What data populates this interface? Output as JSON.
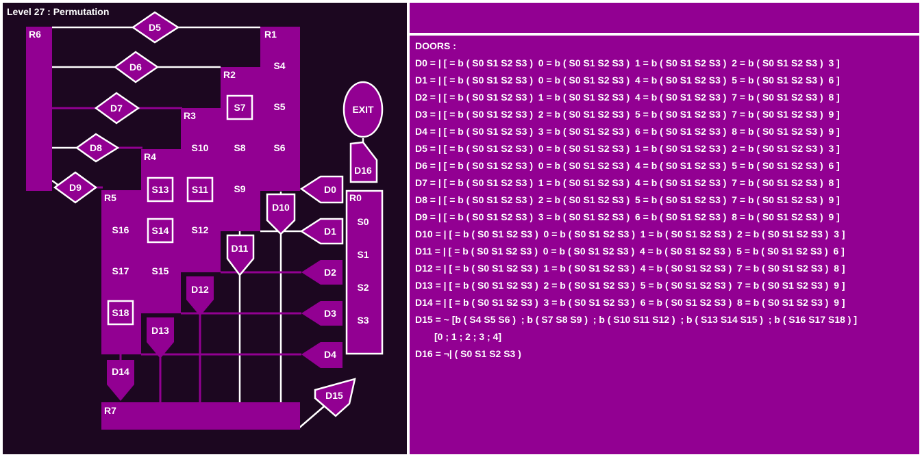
{
  "level_title": "Level 27 : Permutation",
  "colors": {
    "room": "#920092",
    "background": "#1c0720",
    "line": "#ffffff"
  },
  "rooms": {
    "R0": "R0",
    "R1": "R1",
    "R2": "R2",
    "R3": "R3",
    "R4": "R4",
    "R5": "R5",
    "R6": "R6",
    "R7": "R7"
  },
  "switches": {
    "S0": "S0",
    "S1": "S1",
    "S2": "S2",
    "S3": "S3",
    "S4": "S4",
    "S5": "S5",
    "S6": "S6",
    "S7": "S7",
    "S8": "S8",
    "S9": "S9",
    "S10": "S10",
    "S11": "S11",
    "S12": "S12",
    "S13": "S13",
    "S14": "S14",
    "S15": "S15",
    "S16": "S16",
    "S17": "S17",
    "S18": "S18"
  },
  "doors": {
    "D0": "D0",
    "D1": "D1",
    "D2": "D2",
    "D3": "D3",
    "D4": "D4",
    "D5": "D5",
    "D6": "D6",
    "D7": "D7",
    "D8": "D8",
    "D9": "D9",
    "D10": "D10",
    "D11": "D11",
    "D12": "D12",
    "D13": "D13",
    "D14": "D14",
    "D15": "D15",
    "D16": "D16"
  },
  "exit_label": "EXIT",
  "doors_heading": "DOORS :",
  "rules": [
    "D0 = | [ = b ( S0 S1 S2 S3 )  0 = b ( S0 S1 S2 S3 )  1 = b ( S0 S1 S2 S3 )  2 = b ( S0 S1 S2 S3 )  3 ]",
    "D1 = | [ = b ( S0 S1 S2 S3 )  0 = b ( S0 S1 S2 S3 )  4 = b ( S0 S1 S2 S3 )  5 = b ( S0 S1 S2 S3 )  6 ]",
    "D2 = | [ = b ( S0 S1 S2 S3 )  1 = b ( S0 S1 S2 S3 )  4 = b ( S0 S1 S2 S3 )  7 = b ( S0 S1 S2 S3 )  8 ]",
    "D3 = | [ = b ( S0 S1 S2 S3 )  2 = b ( S0 S1 S2 S3 )  5 = b ( S0 S1 S2 S3 )  7 = b ( S0 S1 S2 S3 )  9 ]",
    "D4 = | [ = b ( S0 S1 S2 S3 )  3 = b ( S0 S1 S2 S3 )  6 = b ( S0 S1 S2 S3 )  8 = b ( S0 S1 S2 S3 )  9 ]",
    "D5 = | [ = b ( S0 S1 S2 S3 )  0 = b ( S0 S1 S2 S3 )  1 = b ( S0 S1 S2 S3 )  2 = b ( S0 S1 S2 S3 )  3 ]",
    "D6 = | [ = b ( S0 S1 S2 S3 )  0 = b ( S0 S1 S2 S3 )  4 = b ( S0 S1 S2 S3 )  5 = b ( S0 S1 S2 S3 )  6 ]",
    "D7 = | [ = b ( S0 S1 S2 S3 )  1 = b ( S0 S1 S2 S3 )  4 = b ( S0 S1 S2 S3 )  7 = b ( S0 S1 S2 S3 )  8 ]",
    "D8 = | [ = b ( S0 S1 S2 S3 )  2 = b ( S0 S1 S2 S3 )  5 = b ( S0 S1 S2 S3 )  7 = b ( S0 S1 S2 S3 )  9 ]",
    "D9 = | [ = b ( S0 S1 S2 S3 )  3 = b ( S0 S1 S2 S3 )  6 = b ( S0 S1 S2 S3 )  8 = b ( S0 S1 S2 S3 )  9 ]",
    "D10 = | [ = b ( S0 S1 S2 S3 )  0 = b ( S0 S1 S2 S3 )  1 = b ( S0 S1 S2 S3 )  2 = b ( S0 S1 S2 S3 )  3 ]",
    "D11 = | [ = b ( S0 S1 S2 S3 )  0 = b ( S0 S1 S2 S3 )  4 = b ( S0 S1 S2 S3 )  5 = b ( S0 S1 S2 S3 )  6 ]",
    "D12 = | [ = b ( S0 S1 S2 S3 )  1 = b ( S0 S1 S2 S3 )  4 = b ( S0 S1 S2 S3 )  7 = b ( S0 S1 S2 S3 )  8 ]",
    "D13 = | [ = b ( S0 S1 S2 S3 )  2 = b ( S0 S1 S2 S3 )  5 = b ( S0 S1 S2 S3 )  7 = b ( S0 S1 S2 S3 )  9 ]",
    "D14 = | [ = b ( S0 S1 S2 S3 )  3 = b ( S0 S1 S2 S3 )  6 = b ( S0 S1 S2 S3 )  8 = b ( S0 S1 S2 S3 )  9 ]",
    "D15 = ~ [b ( S4 S5 S6 )  ; b ( S7 S8 S9 )  ; b ( S10 S11 S12 )  ; b ( S13 S14 S15 )  ; b ( S16 S17 S18 ) ]",
    "[0 ; 1 ; 2 ; 3 ; 4]",
    "D16 = ¬| ( S0 S1 S2 S3 )"
  ]
}
